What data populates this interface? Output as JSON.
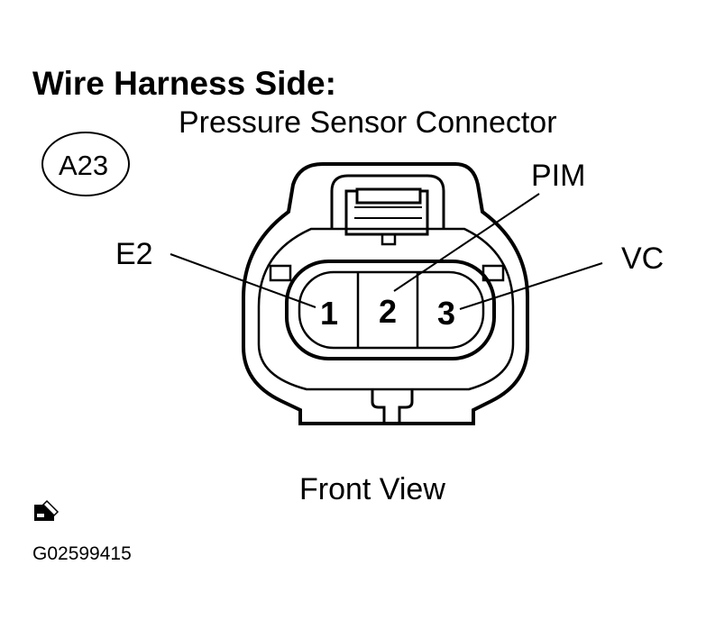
{
  "heading": "Wire Harness Side:",
  "connector_title": "Pressure Sensor Connector",
  "connector_code": "A23",
  "terminals": [
    {
      "number": "1",
      "name": "E2"
    },
    {
      "number": "2",
      "name": "PIM"
    },
    {
      "number": "3",
      "name": "VC"
    }
  ],
  "view_label": "Front View",
  "figure_id": "G02599415",
  "icons": {
    "corner_mark": "notepad-icon"
  }
}
